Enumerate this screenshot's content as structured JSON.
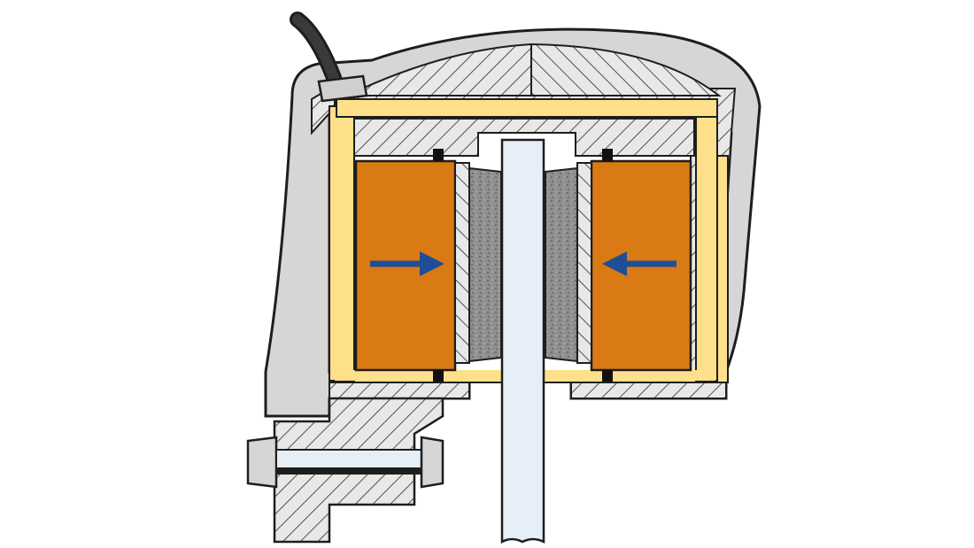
{
  "diagram": {
    "type": "cross-section",
    "labels": [],
    "colors": {
      "background": "#ffffff",
      "housing": "#d6d6d6",
      "hatch_fill": "#e8e8e8",
      "hatch_line": "#2a2a2a",
      "outline": "#1e1e1e",
      "fluid_channel": "#ffe08a",
      "piston": "#d97a15",
      "brake_pad": "#8f8f8f",
      "disc": "#e6eef8",
      "arrow": "#1f4e96",
      "seal": "#111111",
      "cable": "#3a3a3a"
    },
    "arrows": [
      {
        "name": "left-piston-arrow",
        "direction": "right"
      },
      {
        "name": "right-piston-arrow",
        "direction": "left"
      }
    ]
  }
}
